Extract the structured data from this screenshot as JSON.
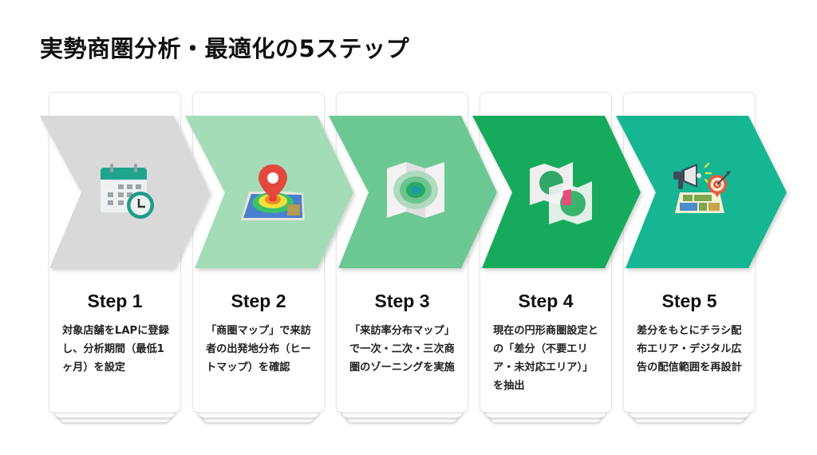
{
  "title": "実勢商圏分析・最適化の5ステップ",
  "steps": [
    {
      "label": "Step 1",
      "description": "対象店舗をLAPに登録し、分析期間（最低1ヶ月）を設定",
      "icon": "calendar-clock-icon",
      "color": "#d9d9d9"
    },
    {
      "label": "Step 2",
      "description": "「商圏マップ」で来訪者の出発地分布（ヒートマップ）を確認",
      "icon": "heatmap-pin-icon",
      "color": "#a4dcb8"
    },
    {
      "label": "Step 3",
      "description": "「来訪率分布マップ」で一次・二次・三次商圏のゾーニングを実施",
      "icon": "zoning-map-icon",
      "color": "#6cc892"
    },
    {
      "label": "Step 4",
      "description": "現在の円形商圏設定との「差分（不要エリア・未対応エリア）」を抽出",
      "icon": "map-diff-icon",
      "color": "#16ab5c"
    },
    {
      "label": "Step 5",
      "description": "差分をもとにチラシ配布エリア・デジタル広告の配信範囲を再設計",
      "icon": "megaphone-target-map-icon",
      "color": "#14b593"
    }
  ]
}
